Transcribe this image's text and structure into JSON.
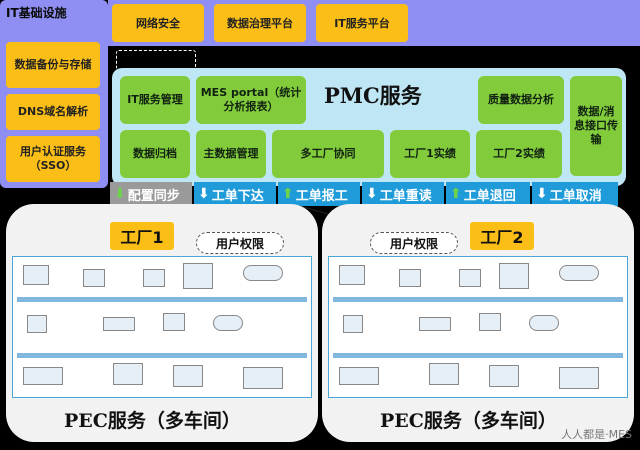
{
  "it_infra": {
    "title": "IT基础设施",
    "items": [
      "数据备份与存储",
      "DNS域名解析",
      "用户认证服务（SSO）"
    ]
  },
  "top_services": [
    "网络安全",
    "数据治理平台",
    "IT服务平台"
  ],
  "pmc": {
    "title": "PMC服务",
    "row1": [
      "IT服务管理",
      "MES portal（统计分析报表）",
      "质量数据分析"
    ],
    "row2": [
      "数据归档",
      "主数据管理",
      "多工厂协同",
      "工厂1实绩",
      "工厂2实绩"
    ],
    "side": "数据/消息接口传输"
  },
  "actions": [
    "配置同步",
    "工单下达",
    "工单报工",
    "工单重读",
    "工单退回",
    "工单取消"
  ],
  "factories": [
    {
      "label": "工厂1",
      "perm": "用户权限",
      "pec_title": "PEC服务（多车间）"
    },
    {
      "label": "工厂2",
      "perm": "用户权限",
      "pec_title": "PEC服务（多车间）"
    }
  ],
  "watermark": "人人都是·MES"
}
